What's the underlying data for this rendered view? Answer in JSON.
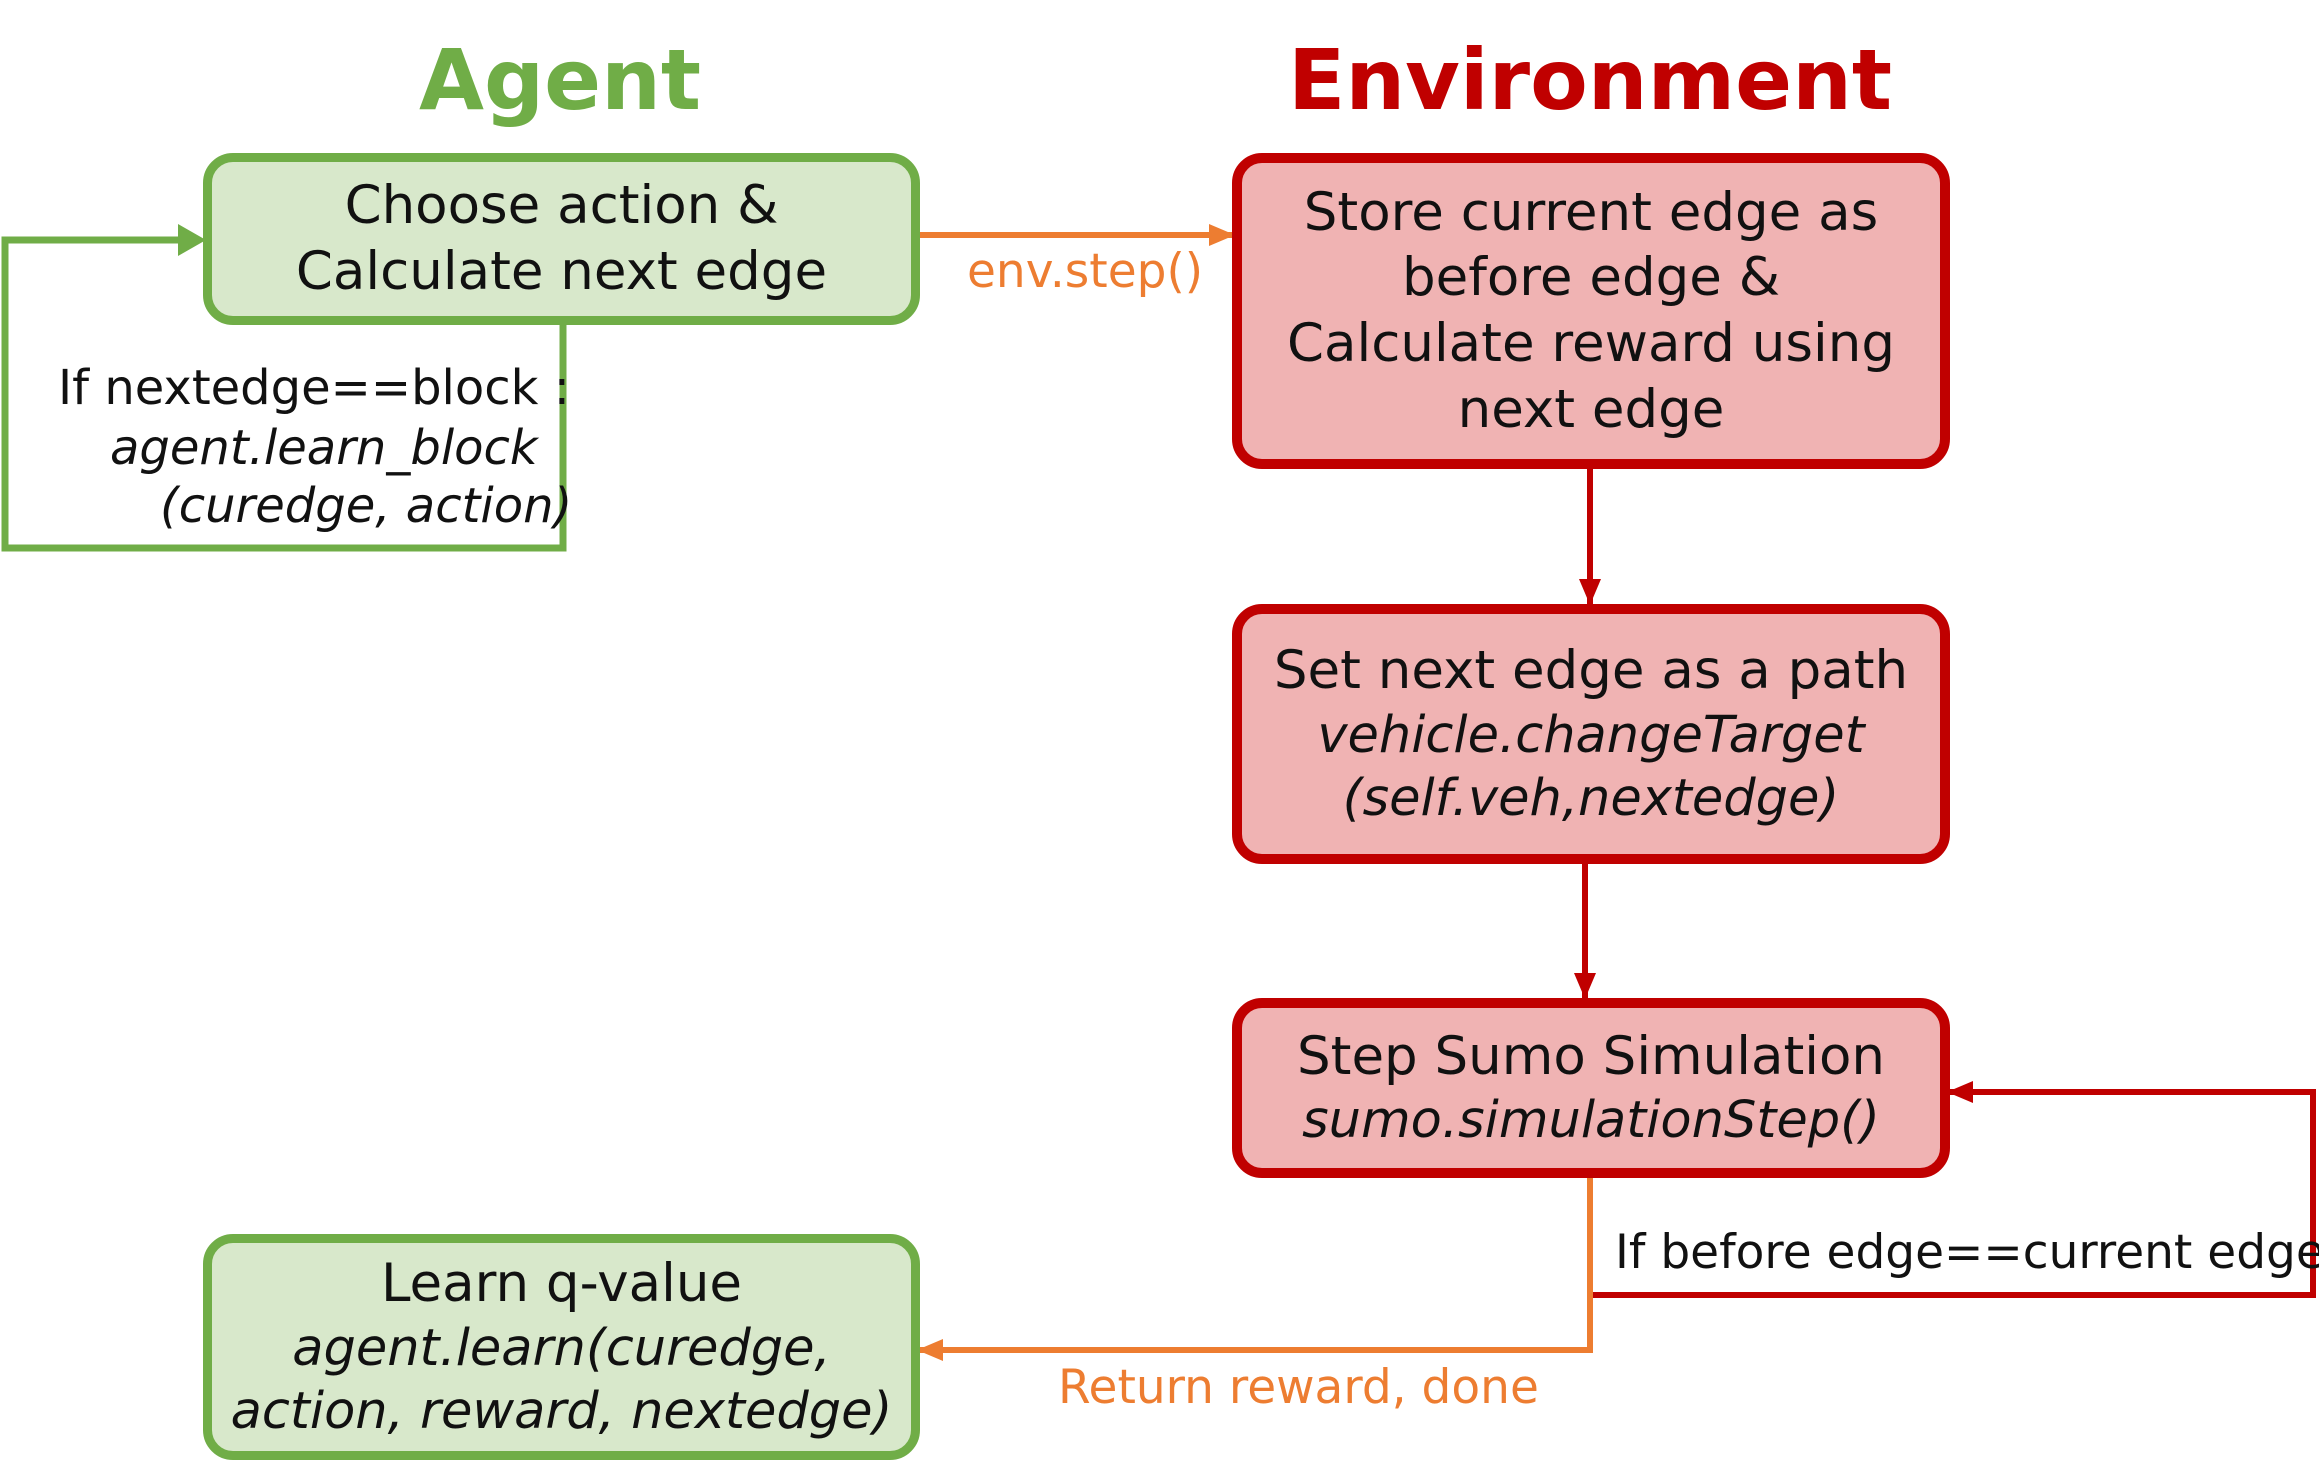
{
  "headers": {
    "agent": "Agent",
    "environment": "Environment"
  },
  "agent_boxes": {
    "choose": {
      "line1": "Choose action &",
      "line2": "Calculate next edge"
    },
    "learn": {
      "line1": "Learn q-value",
      "line2": "agent.learn(curedge,",
      "line3": "action, reward, nextedge)"
    }
  },
  "env_boxes": {
    "store": {
      "line1": "Store current edge as",
      "line2": "before edge &",
      "line3": "Calculate reward using",
      "line4": "next edge"
    },
    "set_path": {
      "line1": "Set next edge as a path",
      "line2": "vehicle.changeTarget",
      "line3": "(self.veh,nextedge)"
    },
    "step": {
      "line1": "Step Sumo Simulation",
      "line2": "sumo.simulationStep()"
    }
  },
  "edge_labels": {
    "env_step": "env.step()",
    "block_condition": "If nextedge==block :",
    "block_call_1": "agent.learn_block",
    "block_call_2": "(curedge, action)",
    "loop_condition": "If before edge==current edge",
    "return": "Return reward, done"
  },
  "colors": {
    "agent_green": "#70ad47",
    "agent_fill": "#d8e8cb",
    "env_red": "#c00000",
    "env_fill": "#f0b3b3",
    "flow_orange": "#ed7d31"
  }
}
